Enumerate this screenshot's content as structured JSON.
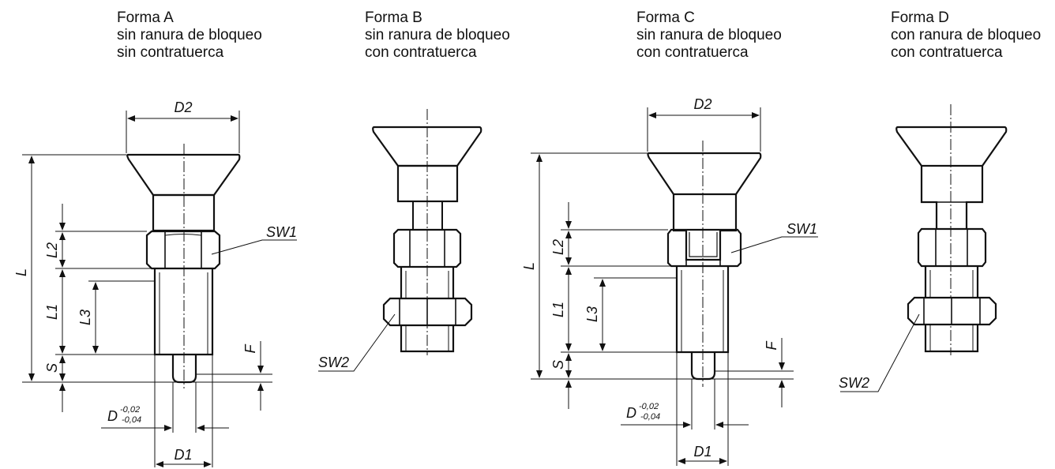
{
  "figure": {
    "forms": [
      {
        "id": "A",
        "title": "Forma A",
        "line1": "sin ranura de bloqueo",
        "line2": "sin contratuerca"
      },
      {
        "id": "B",
        "title": "Forma B",
        "line1": "sin ranura de bloqueo",
        "line2": "con contratuerca"
      },
      {
        "id": "C",
        "title": "Forma C",
        "line1": "sin ranura de bloqueo",
        "line2": "con contratuerca"
      },
      {
        "id": "D",
        "title": "Forma D",
        "line1": "con ranura de bloqueo",
        "line2": "con contratuerca"
      }
    ],
    "labels": {
      "D2": "D2",
      "L": "L",
      "L1": "L1",
      "L2": "L2",
      "L3": "L3",
      "S": "S",
      "F": "F",
      "SW1": "SW1",
      "SW2": "SW2",
      "D": "D",
      "D1": "D1",
      "tol_upper": "-0,02",
      "tol_lower": "-0,04"
    }
  }
}
